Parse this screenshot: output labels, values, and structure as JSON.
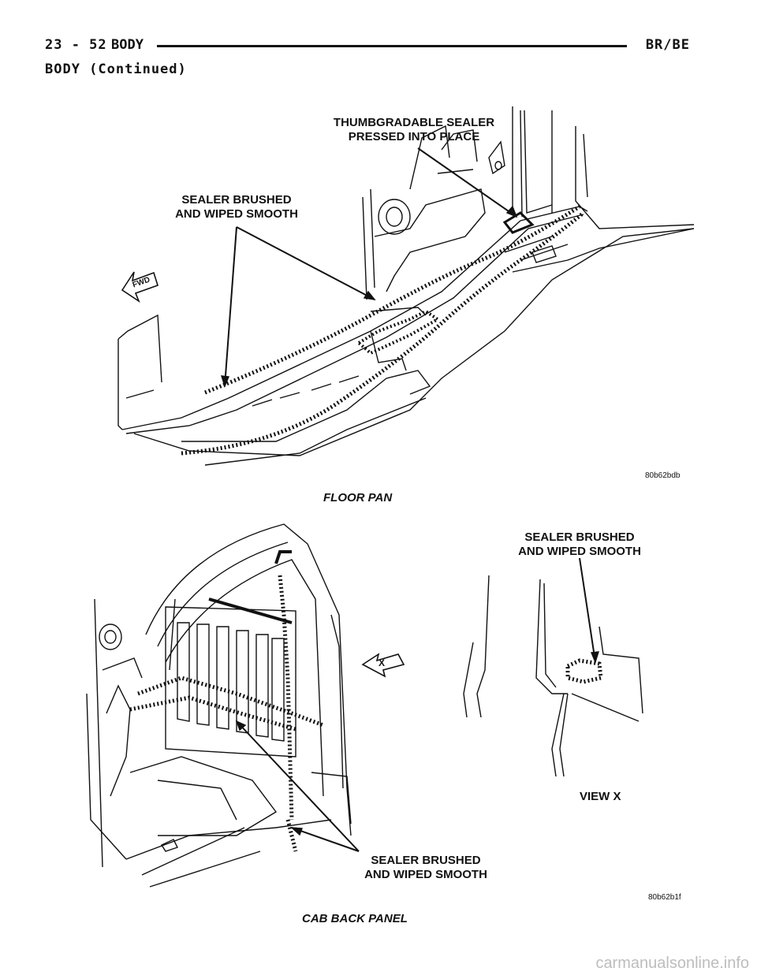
{
  "header": {
    "page_number": "23 - 52",
    "section": "BODY",
    "model": "BR/BE"
  },
  "subheading": "BODY (Continued)",
  "figure1": {
    "label_thumb": "THUMBGRADABLE SEALER\nPRESSED INTO PLACE",
    "label_brushed": "SEALER BRUSHED\nAND WIPED SMOOTH",
    "fwd_marker": "FWD",
    "figure_id": "80b62bdb",
    "caption": "FLOOR PAN"
  },
  "figure2": {
    "label_top": "SEALER BRUSHED\nAND WIPED SMOOTH",
    "view_marker": "X",
    "view_label": "VIEW X",
    "label_bottom": "SEALER BRUSHED\nAND WIPED SMOOTH",
    "figure_id": "80b62b1f",
    "caption": "CAB BACK PANEL"
  },
  "watermark": "carmanualsonline.info"
}
